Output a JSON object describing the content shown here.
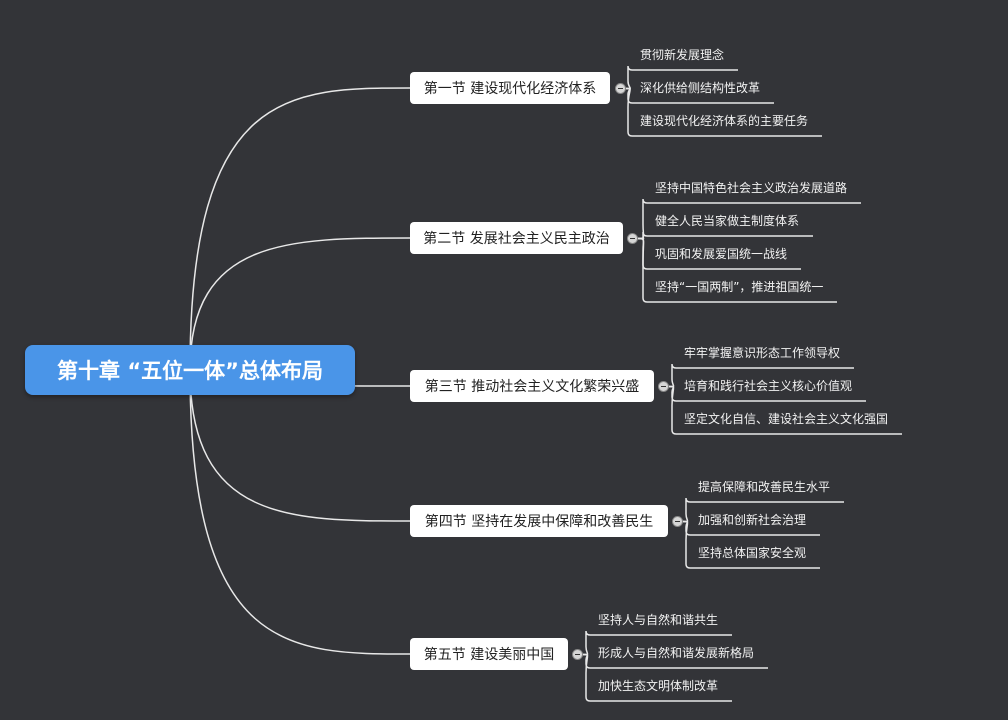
{
  "root": {
    "title": "第十章 “五位一体”总体布局"
  },
  "sections": [
    {
      "label": "第一节 建设现代化经济体系",
      "items": [
        "贯彻新发展理念",
        "深化供给侧结构性改革",
        "建设现代化经济体系的主要任务"
      ]
    },
    {
      "label": "第二节 发展社会主义民主政治",
      "items": [
        "坚持中国特色社会主义政治发展道路",
        "健全人民当家做主制度体系",
        "巩固和发展爱国统一战线",
        "坚持“一国两制”，推进祖国统一"
      ]
    },
    {
      "label": "第三节 推动社会主义文化繁荣兴盛",
      "items": [
        "牢牢掌握意识形态工作领导权",
        "培育和践行社会主义核心价值观",
        "坚定文化自信、建设社会主义文化强国"
      ]
    },
    {
      "label": "第四节 坚持在发展中保障和改善民生",
      "items": [
        "提高保障和改善民生水平",
        "加强和创新社会治理",
        "坚持总体国家安全观"
      ]
    },
    {
      "label": "第五节 建设美丽中国",
      "items": [
        "坚持人与自然和谐共生",
        "形成人与自然和谐发展新格局",
        "加快生态文明体制改革"
      ]
    }
  ],
  "colors": {
    "background": "#333438",
    "root": "#4a95e8",
    "section_box": "#ffffff",
    "connector": "#e8e8e8"
  }
}
